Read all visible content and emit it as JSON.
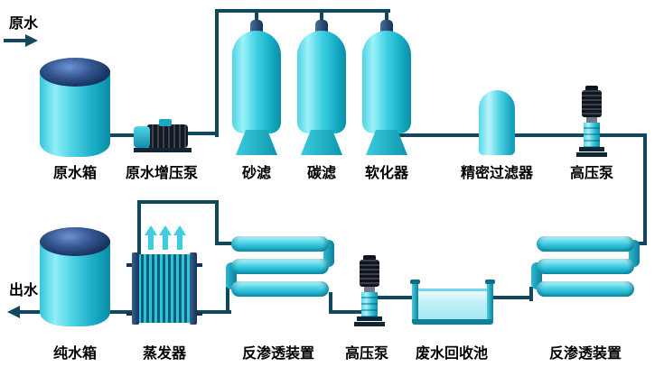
{
  "colors": {
    "background": "#ffffff",
    "pipe": "#12485e",
    "equipment_cyan": "#2cc6dc",
    "equipment_cyan_dark": "#0f93ad",
    "tank_dome_blue": "#1c3a6e",
    "motor_dark": "#14181f",
    "water_light": "#c3eff8",
    "label_text": "#000000"
  },
  "flow": {
    "inlet_label": "原水",
    "outlet_label": "出水"
  },
  "components": [
    {
      "id": "raw-water-tank",
      "label": "原水箱",
      "type": "storage-tank"
    },
    {
      "id": "booster-pump",
      "label": "原水增压泵",
      "type": "horizontal-pump"
    },
    {
      "id": "sand-filter",
      "label": "砂滤",
      "type": "filter-vessel"
    },
    {
      "id": "carbon-filter",
      "label": "碳滤",
      "type": "filter-vessel"
    },
    {
      "id": "softener",
      "label": "软化器",
      "type": "filter-vessel"
    },
    {
      "id": "precision-filter",
      "label": "精密过滤器",
      "type": "cartridge-filter"
    },
    {
      "id": "high-pressure-pump-top",
      "label": "高压泵",
      "type": "vertical-pump"
    },
    {
      "id": "pure-water-tank",
      "label": "纯水箱",
      "type": "storage-tank"
    },
    {
      "id": "evaporator",
      "label": "蒸发器",
      "type": "plate-evaporator"
    },
    {
      "id": "ro-unit-left",
      "label": "反渗透装置",
      "type": "ro-membrane-rack"
    },
    {
      "id": "high-pressure-pump-bottom",
      "label": "高压泵",
      "type": "vertical-pump"
    },
    {
      "id": "wastewater-recovery-pool",
      "label": "废水回收池",
      "type": "open-basin"
    },
    {
      "id": "ro-unit-right",
      "label": "反渗透装置",
      "type": "ro-membrane-rack"
    }
  ]
}
